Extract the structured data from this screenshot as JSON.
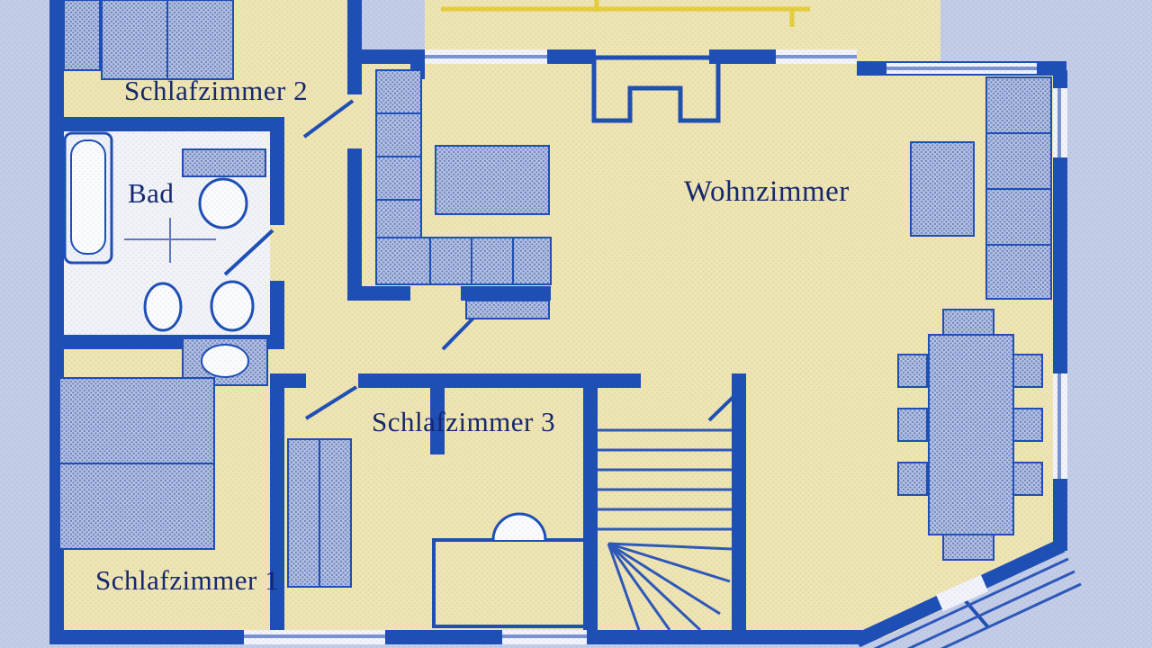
{
  "plan": {
    "type": "floor-plan",
    "language": "de",
    "rooms": [
      {
        "id": "schlafzimmer-2",
        "label": "Schlafzimmer 2"
      },
      {
        "id": "bad",
        "label": "Bad"
      },
      {
        "id": "wohnzimmer",
        "label": "Wohnzimmer"
      },
      {
        "id": "schlafzimmer-3",
        "label": "Schlafzimmer 3"
      },
      {
        "id": "schlafzimmer-1",
        "label": "Schlafzimmer 1"
      }
    ],
    "colors": {
      "wall": "#1e4fb5",
      "floor": "#efe5b2",
      "bath_floor": "#f2f3f7",
      "background": "#c3cde8",
      "furniture_base": "#b7c3e2",
      "furniture_dot": "#6d84c4",
      "label_text": "#15276e",
      "balcony_accent": "#e6cf3a"
    },
    "features": [
      "bathtub",
      "toilet",
      "bidet",
      "washbasin",
      "shower",
      "beds",
      "wardrobes",
      "sofas",
      "coffee-table",
      "tv-board",
      "dining-table",
      "chairs",
      "staircase",
      "entrance-steps",
      "balcony-rail"
    ]
  }
}
